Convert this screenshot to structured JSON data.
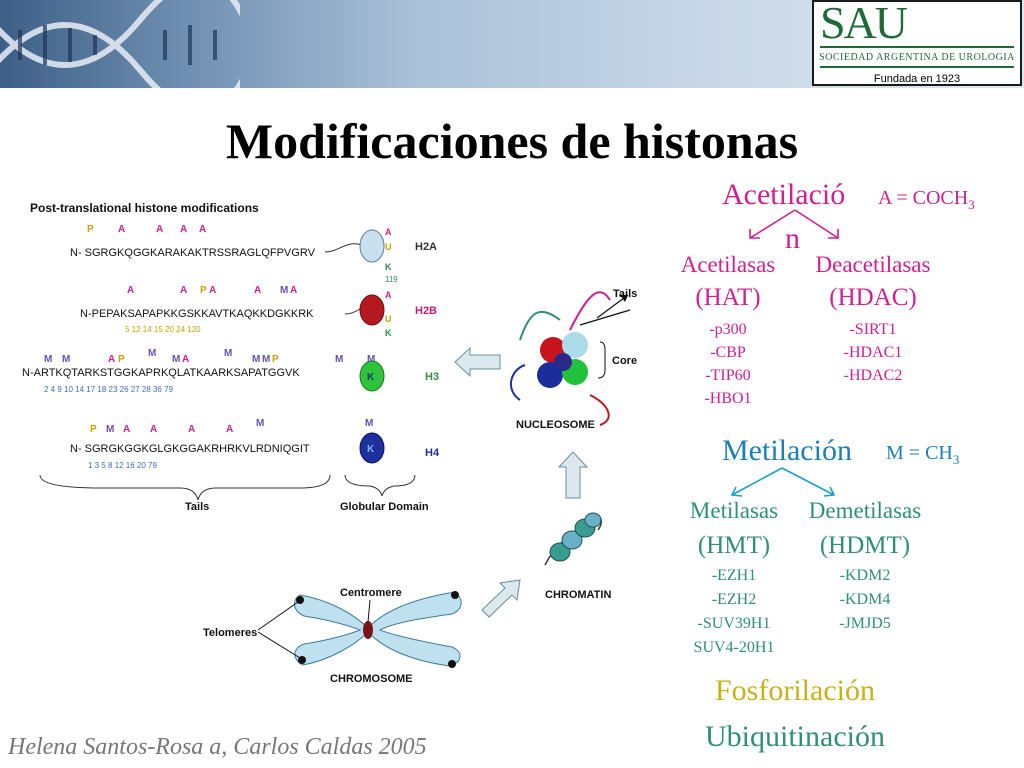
{
  "header": {
    "logo_mark": "SAU",
    "logo_text": "SOCIEDAD ARGENTINA DE UROLOGIA",
    "logo_founded": "Fundada en 1923",
    "title": "Modificaciones de histonas"
  },
  "diagram": {
    "heading": "Post-translational histone modifications",
    "histones": [
      {
        "name": "H2A",
        "sequence": "N- SGRGKQGGKARAKAKTRSSRAGLQFPVGRV",
        "numbers": "119"
      },
      {
        "name": "H2B",
        "sequence": "N-PEPAKSAPAPKKGSKKAVTKAQKKDGKKRK",
        "numbers": "5 12 14 15 20 24 120"
      },
      {
        "name": "H3",
        "sequence": "N-ARTKQTARKSTGGKAPRKQLATKAARKSAPATGGVK",
        "numbers": "2 4 9 10 14 17 18 23 26 27 28 36 79"
      },
      {
        "name": "H4",
        "sequence": "N- SGRGKGGKGLGKGGAKRHRKVLRDNIQGIT",
        "numbers": "1 3 5 8 12 16 20 79"
      }
    ],
    "tails_label": "Tails",
    "globular_label": "Globular Domain",
    "nucleosome_label": "NUCLEOSOME",
    "nucleosome_tails": "Tails",
    "nucleosome_core": "Core",
    "chromatin_label": "CHROMATIN",
    "chromosome_label": "CHROMOSOME",
    "centromere_label": "Centromere",
    "telomeres_label": "Telomeres",
    "mod_letters": {
      "A": "A",
      "M": "M",
      "P": "P",
      "U": "U",
      "K": "K"
    }
  },
  "acetilacion": {
    "title_line1": "Acetilació",
    "title_line2": "n",
    "formula": "A = COCH",
    "formula_sub": "3",
    "left_head1": "Acetilasas",
    "left_head2": "(HAT)",
    "left_items": [
      "-p300",
      "-CBP",
      "-TIP60",
      "-HBO1"
    ],
    "right_head1": "Deacetilasas",
    "right_head2": "(HDAC)",
    "right_items": [
      "-SIRT1",
      "-HDAC1",
      "-HDAC2"
    ]
  },
  "metilacion": {
    "title": "Metilación",
    "formula": "M = CH",
    "formula_sub": "3",
    "left_head1": "Metilasas",
    "left_head2": "(HMT)",
    "left_items": [
      "-EZH1",
      "-EZH2",
      "-SUV39H1",
      "SUV4-20H1"
    ],
    "right_head1": "Demetilasas",
    "right_head2": "(HDMT)",
    "right_items": [
      "-KDM2",
      "-KDM4",
      "-JMJD5"
    ]
  },
  "other": {
    "fosforilacion": "Fosforilación",
    "ubiquitinacion": "Ubiquitinación"
  },
  "citation": "Helena Santos-Rosa a, Carlos Caldas 2005",
  "colors": {
    "magenta": "#d11f8f",
    "blue": "#1b7fb8",
    "yellow": "#c7b21a",
    "green": "#2f8f76",
    "logo_green": "#1e6b38"
  }
}
